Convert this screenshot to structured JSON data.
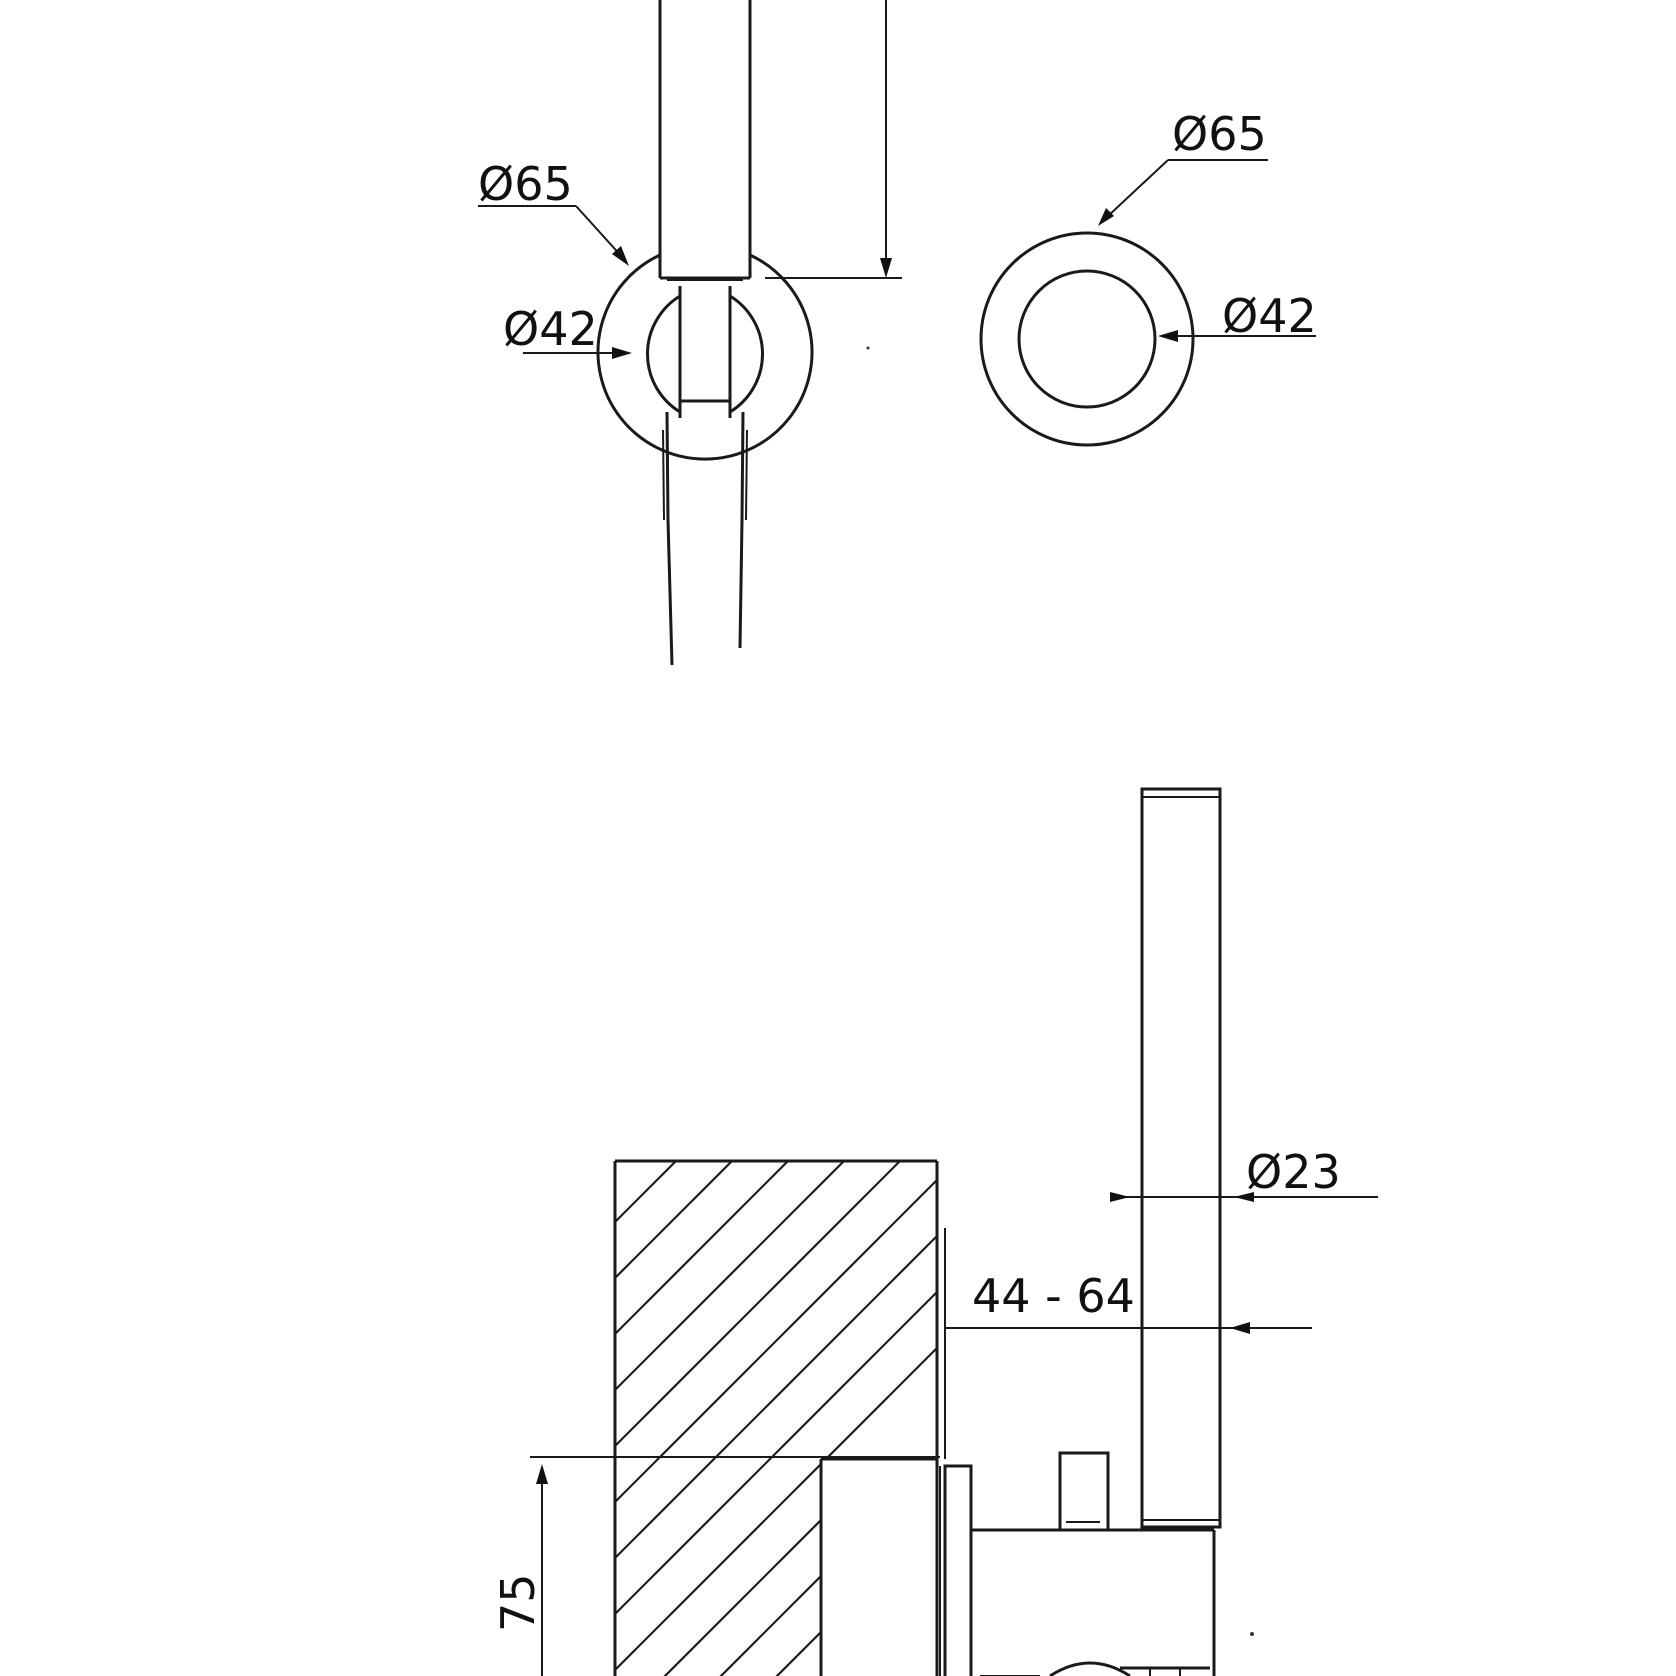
{
  "dimensions": {
    "top_left_outer": "Ø65",
    "top_left_inner": "Ø42",
    "top_right_outer": "Ø65",
    "top_right_inner": "Ø42",
    "handle_diameter": "Ø23",
    "wall_range": "44 - 64",
    "vertical_offset": "75"
  }
}
